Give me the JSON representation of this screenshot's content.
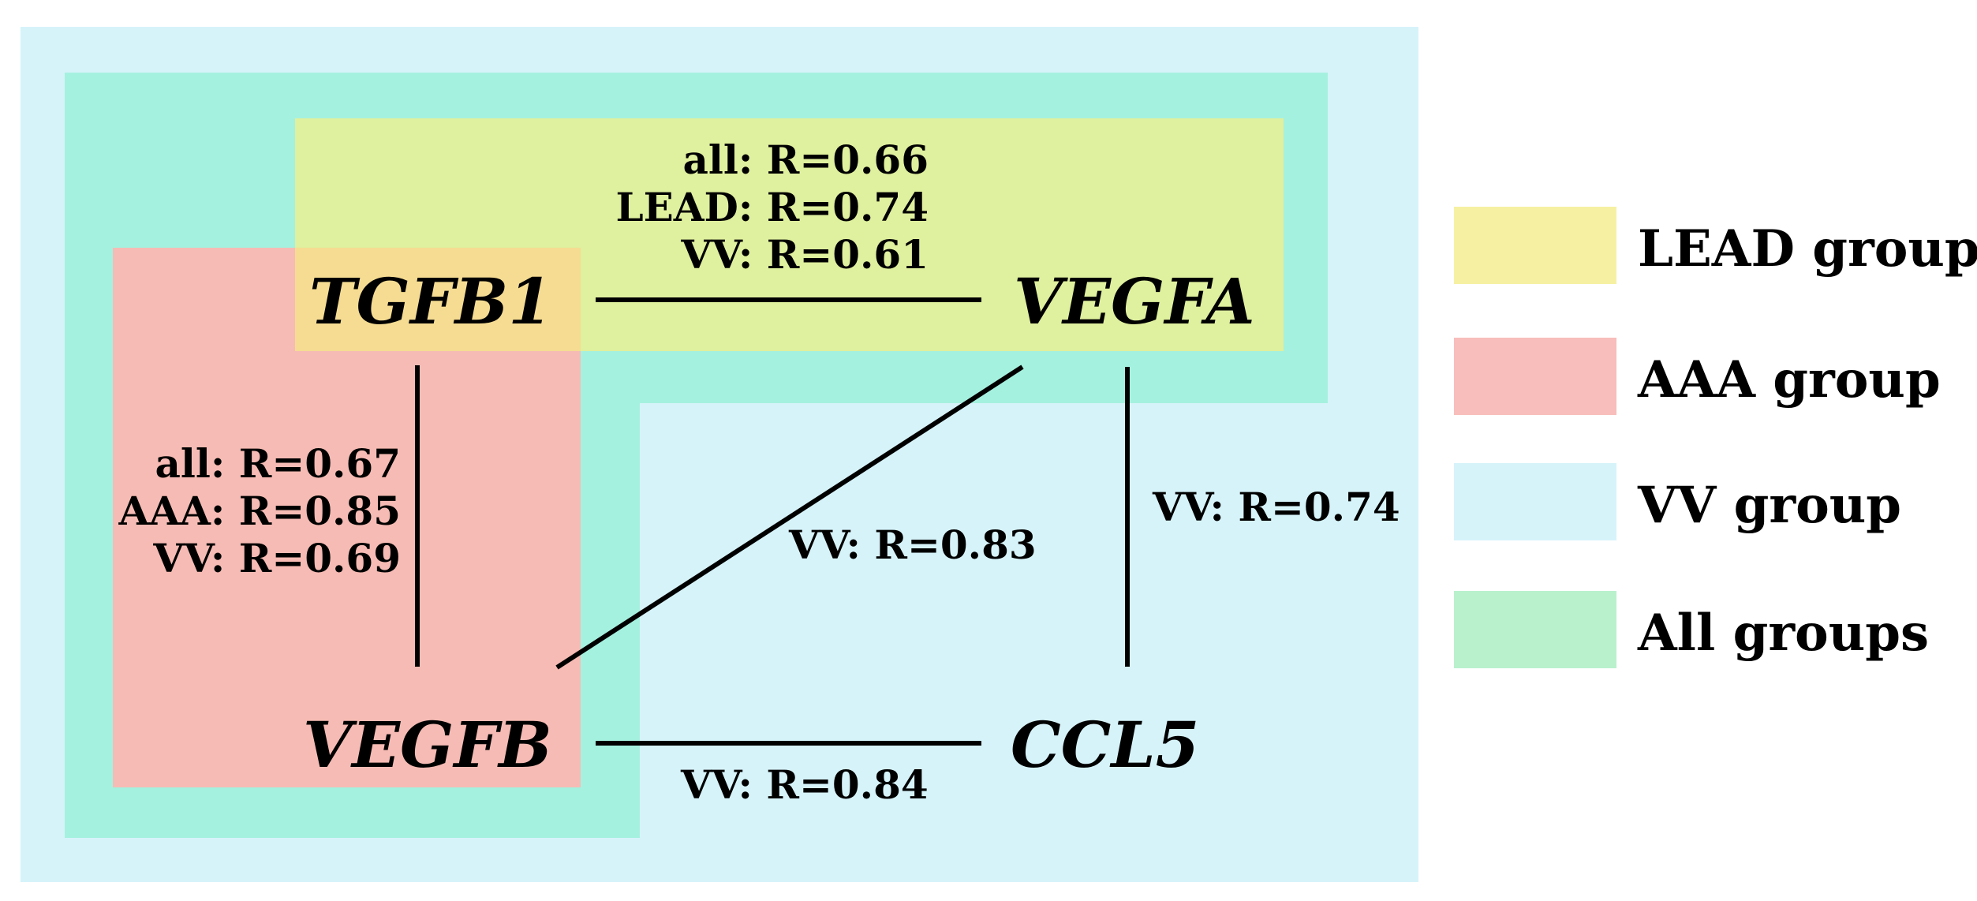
{
  "colors": {
    "vv_region": "#d6f3fa",
    "all_region": "#a5f1df",
    "lead_region": "#dff09e",
    "aaa_region": "#f6bbb4",
    "lead_aaa_overlap": "#f5dc92",
    "legend_lead": "#f6f1a2",
    "legend_aaa": "#f7bebb",
    "legend_vv": "#d6f3fa",
    "legend_all": "#b9f1cd"
  },
  "genes": {
    "tgfb1": "TGFB1",
    "vegfa": "VEGFA",
    "vegfb": "VEGFB",
    "ccl5": "CCL5"
  },
  "edges": {
    "tgfb1_vegfa": [
      "all: R=0.66",
      "LEAD: R=0.74",
      "VV: R=0.61"
    ],
    "tgfb1_vegfb": [
      "all: R=0.67",
      "AAA: R=0.85",
      "VV: R=0.69"
    ],
    "vegfa_vegfb": [
      "VV: R=0.83"
    ],
    "vegfa_ccl5": [
      "VV: R=0.74"
    ],
    "vegfb_ccl5": [
      "VV: R=0.84"
    ]
  },
  "legend": [
    {
      "label": "LEAD group",
      "color": "#f6f1a2"
    },
    {
      "label": "AAA group",
      "color": "#f7bebb"
    },
    {
      "label": "VV group",
      "color": "#d6f3fa"
    },
    {
      "label": "All groups",
      "color": "#b9f1cd"
    }
  ]
}
